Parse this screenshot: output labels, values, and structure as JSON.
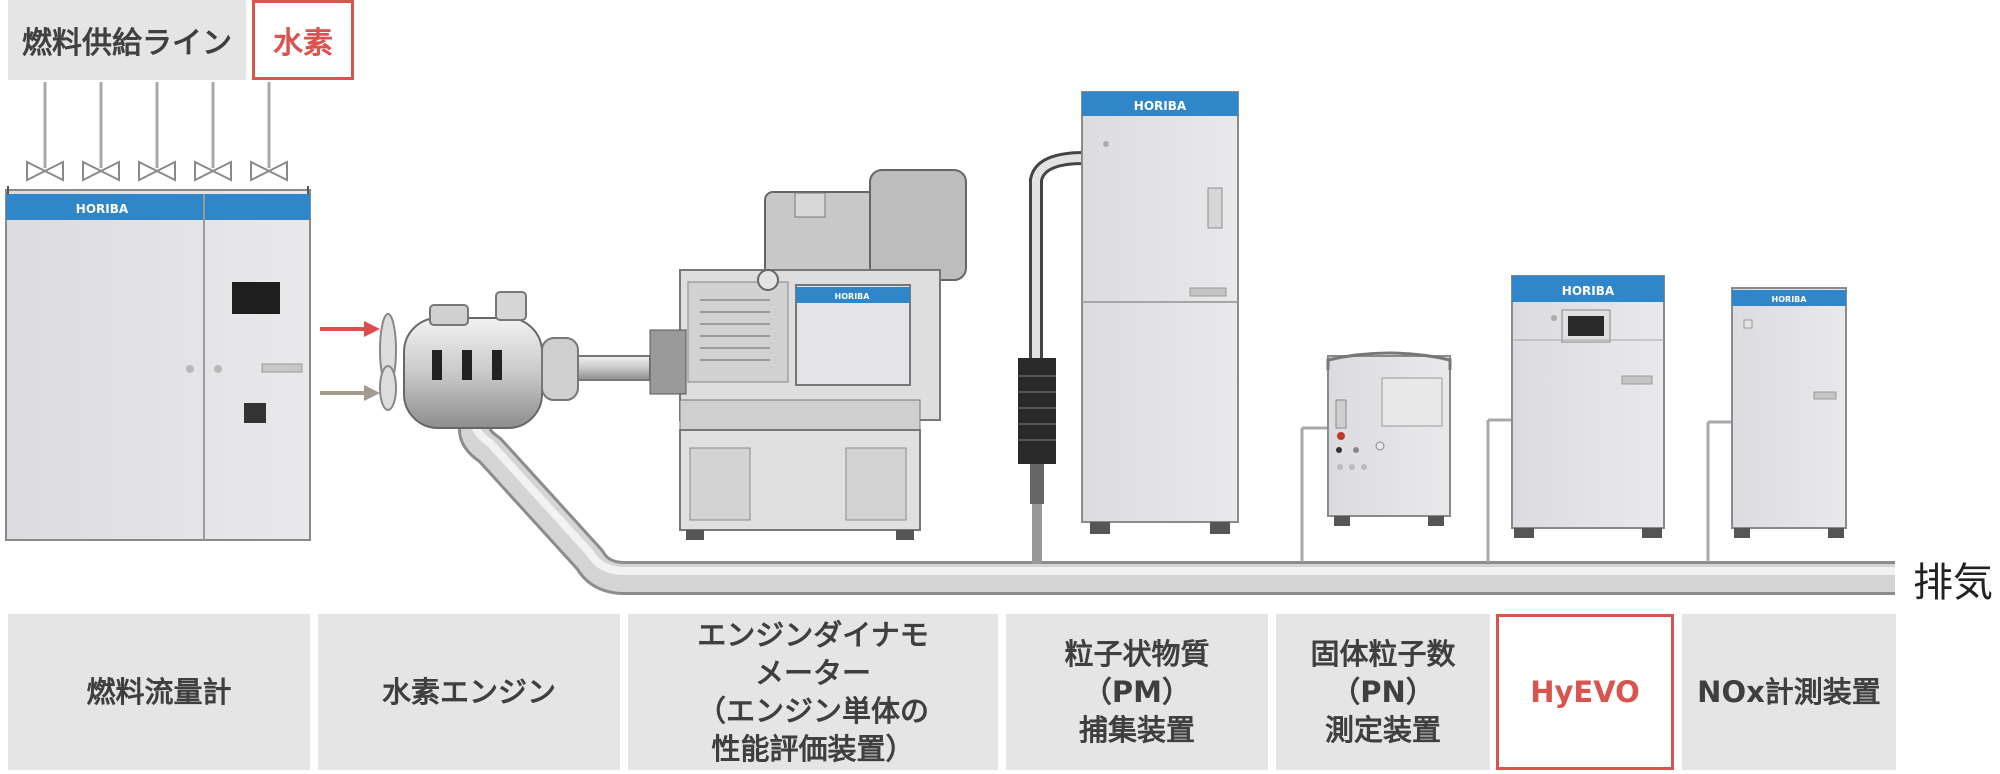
{
  "fuel_line": {
    "label": "燃料供給ライン"
  },
  "hydrogen": {
    "label": "水素"
  },
  "exhaust": {
    "label": "排気"
  },
  "brand": {
    "text": "HORIBA"
  },
  "colors": {
    "accent_red": "#d9534f",
    "horiba_blue": "#2f86c9",
    "pipe": "#c8c8c8",
    "caption_bg": "#e5e5e5"
  },
  "captions": [
    {
      "text": "燃料流量計"
    },
    {
      "text": "水素エンジン"
    },
    {
      "text": "エンジンダイナモ\nメーター\n（エンジン単体の\n性能評価装置）"
    },
    {
      "text": "粒子状物質\n（PM）\n捕集装置"
    },
    {
      "text": "固体粒子数\n（PN）\n測定装置"
    },
    {
      "text": "HyEVO"
    },
    {
      "text": "NOx計測装置"
    }
  ]
}
